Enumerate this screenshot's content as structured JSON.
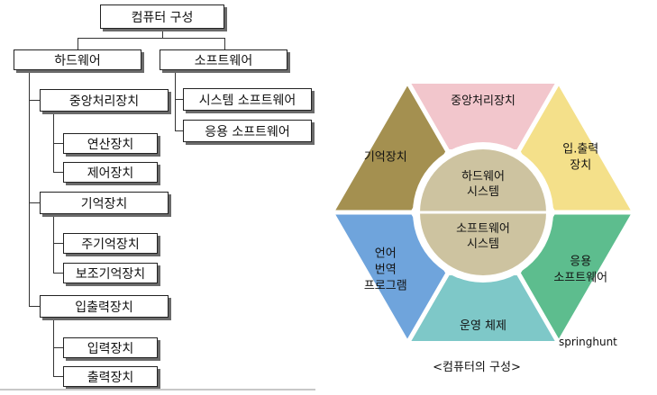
{
  "tree": {
    "root": "컴퓨터 구성",
    "hardware": "하드웨어",
    "software": "소프트웨어",
    "cpu": "중앙처리장치",
    "alu": "연산장치",
    "control": "제어장치",
    "memory": "기억장치",
    "main_memory": "주기억장치",
    "aux_memory": "보조기억장치",
    "io": "입출력장치",
    "input": "입력장치",
    "output": "출력장치",
    "system_sw": "시스템 소프트웨어",
    "app_sw": "응용 소프트웨어"
  },
  "wheel": {
    "segments": [
      {
        "lines": [
          "중앙처리장치"
        ],
        "color": "#f2c6cc"
      },
      {
        "lines": [
          "입.출력",
          "장치"
        ],
        "color": "#f4e08a"
      },
      {
        "lines": [
          "응용",
          "소프트웨어"
        ],
        "color": "#5dbd8e"
      },
      {
        "lines": [
          "운영 체제"
        ],
        "color": "#7ec8c8"
      },
      {
        "lines": [
          "언어",
          "번역",
          "프로그램"
        ],
        "color": "#6fa4dc"
      },
      {
        "lines": [
          "기억장치"
        ],
        "color": "#a49050"
      }
    ],
    "center_top": [
      "하드웨어",
      "시스템"
    ],
    "center_bottom": [
      "소프트웨어",
      "시스템"
    ],
    "center_color": "#cdc3a0",
    "watermark": "springhunt",
    "caption": "<컴퓨터의 구성>"
  }
}
